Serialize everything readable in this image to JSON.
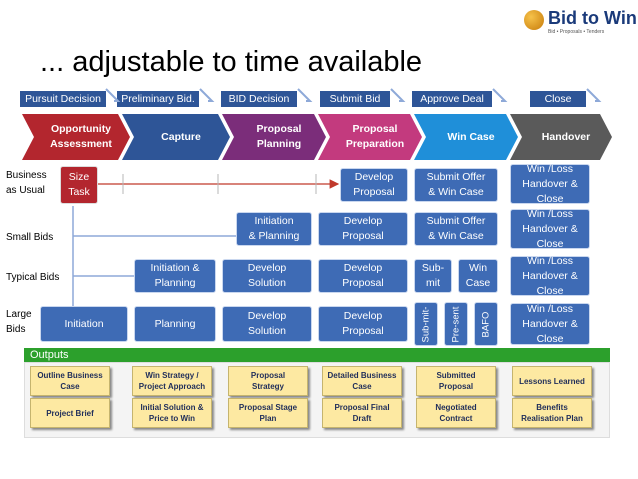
{
  "logo": {
    "name": "Bid to Win",
    "tagline": "Bid • Proposals • Tenders"
  },
  "title": "... adjustable to time available",
  "milestones": [
    "Pursuit Decision",
    "Preliminary Bid.",
    "BID Decision",
    "Submit Bid",
    "Approve Deal",
    "Close"
  ],
  "phases": [
    {
      "line1": "Opportunity",
      "line2": "Assessment",
      "color": "#b3262e"
    },
    {
      "line1": "Capture",
      "line2": "",
      "color": "#2e5597"
    },
    {
      "line1": "Proposal",
      "line2": "Planning",
      "color": "#7b2d7a"
    },
    {
      "line1": "Proposal",
      "line2": "Preparation",
      "color": "#c33a7e"
    },
    {
      "line1": "Win Case",
      "line2": "",
      "color": "#1f8fd9"
    },
    {
      "line1": "Handover",
      "line2": "",
      "color": "#5a5a5a"
    }
  ],
  "rows": {
    "business": {
      "label1": "Business",
      "label2": "as Usual"
    },
    "small": {
      "label": "Small Bids"
    },
    "typical": {
      "label": "Typical Bids"
    },
    "large": {
      "label1": "Large",
      "label2": "Bids"
    }
  },
  "boxes": {
    "size_task": {
      "l1": "Size",
      "l2": "Task"
    },
    "bau_develop": {
      "l1": "Develop",
      "l2": "Proposal"
    },
    "bau_submit": {
      "l1": "Submit Offer",
      "l2": "& Win Case"
    },
    "bau_handover": {
      "l1": "Win /Loss",
      "l2": "Handover &",
      "l3": "Close"
    },
    "small_init": {
      "l1": "Initiation",
      "l2": "& Planning"
    },
    "small_develop": {
      "l1": "Develop",
      "l2": "Proposal"
    },
    "small_submit": {
      "l1": "Submit Offer",
      "l2": "& Win Case"
    },
    "small_handover": {
      "l1": "Win /Loss",
      "l2": "Handover &",
      "l3": "Close"
    },
    "typ_init": {
      "l1": "Initiation &",
      "l2": "Planning"
    },
    "typ_solution": {
      "l1": "Develop",
      "l2": "Solution"
    },
    "typ_develop": {
      "l1": "Develop",
      "l2": "Proposal"
    },
    "typ_submit": {
      "l1": "Sub-",
      "l2": "mit"
    },
    "typ_win": {
      "l1": "Win",
      "l2": "Case"
    },
    "typ_handover": {
      "l1": "Win /Loss",
      "l2": "Handover &",
      "l3": "Close"
    },
    "large_init": {
      "l1": "Initiation"
    },
    "large_planning": {
      "l1": "Planning"
    },
    "large_solution": {
      "l1": "Develop",
      "l2": "Solution"
    },
    "large_develop": {
      "l1": "Develop",
      "l2": "Proposal"
    },
    "large_submit": "Sub-mit-",
    "large_present": "Pre-sent",
    "large_bafo": "BAFO",
    "large_handover": {
      "l1": "Win /Loss",
      "l2": "Handover &",
      "l3": "Close"
    }
  },
  "outputs": {
    "label": "Outputs",
    "top": [
      {
        "l1": "Outline Business",
        "l2": "Case"
      },
      {
        "l1": "Win Strategy /",
        "l2": "Project Approach"
      },
      {
        "l1": "Proposal",
        "l2": "Strategy"
      },
      {
        "l1": "Detailed Business",
        "l2": "Case"
      },
      {
        "l1": "Submitted",
        "l2": "Proposal"
      },
      {
        "l1": "Lessons Learned",
        "l2": ""
      }
    ],
    "bottom": [
      {
        "l1": "Project Brief",
        "l2": ""
      },
      {
        "l1": "Initial Solution &",
        "l2": "Price to Win"
      },
      {
        "l1": "Proposal Stage",
        "l2": "Plan"
      },
      {
        "l1": "Proposal Final",
        "l2": "Draft"
      },
      {
        "l1": "Negotiated",
        "l2": "Contract"
      },
      {
        "l1": "Benefits",
        "l2": "Realisation Plan"
      }
    ]
  }
}
